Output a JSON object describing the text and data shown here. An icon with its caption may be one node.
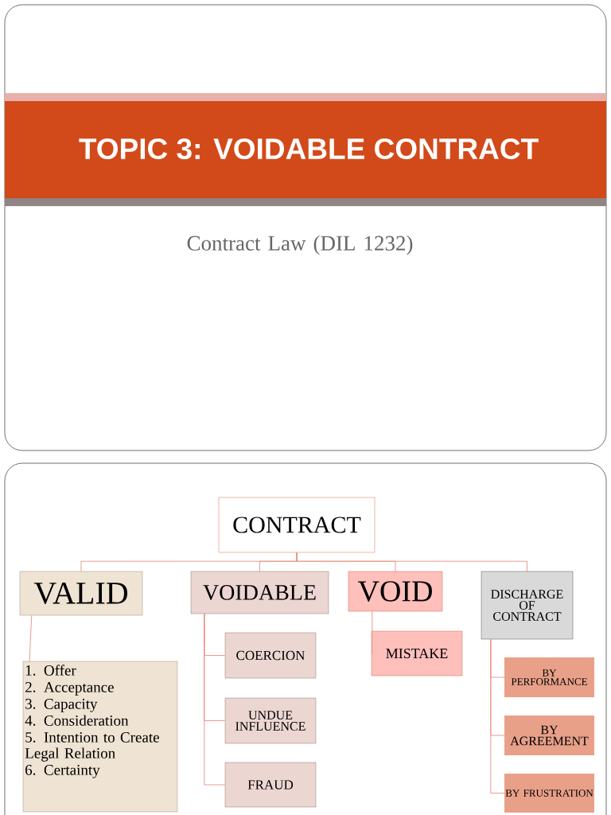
{
  "diagram": {
    "title": "TOPIC 3: VOIDABLE CONTRACT",
    "nodes": [
      {
        "text": [
          "CONTRACT"
        ]
      },
      {
        "text": [
          "VALID"
        ]
      },
      {
        "text": [
          "VOIDABLE"
        ]
      },
      {
        "text": [
          "VOID"
        ]
      },
      {
        "text": [
          "DISCHARGE OF CONTRACT"
        ]
      },
      {
        "text": [
          "1. Offer",
          "2. Acceptance",
          "3. Capacity",
          "4. Consideration",
          "5. Intention to Create Legal Relation",
          "6. Certainty"
        ]
      },
      {
        "text": [
          "COERCION"
        ]
      },
      {
        "text": [
          "UNDUE INFLUENCE"
        ]
      },
      {
        "text": [
          "FRAUD"
        ]
      },
      {
        "text": [
          "MISTAKE"
        ]
      },
      {
        "text": [
          "BY PERFORMANCE"
        ]
      },
      {
        "text": [
          "BY AGREEMENT"
        ]
      },
      {
        "text": [
          "BY FRUSTRATION"
        ]
      }
    ],
    "edges": [
      {
        "from": 0,
        "to": 1,
        "arrow": "none"
      },
      {
        "from": 0,
        "to": 2,
        "arrow": "none"
      },
      {
        "from": 0,
        "to": 3,
        "arrow": "none"
      },
      {
        "from": 0,
        "to": 4,
        "arrow": "none"
      },
      {
        "from": 1,
        "to": 5,
        "arrow": "none"
      },
      {
        "from": 2,
        "to": 6,
        "arrow": "none"
      },
      {
        "from": 2,
        "to": 7,
        "arrow": "none"
      },
      {
        "from": 2,
        "to": 8,
        "arrow": "none"
      },
      {
        "from": 3,
        "to": 9,
        "arrow": "none"
      },
      {
        "from": 4,
        "to": 10,
        "arrow": "none"
      },
      {
        "from": 4,
        "to": 11,
        "arrow": "none"
      },
      {
        "from": 4,
        "to": 12,
        "arrow": "none"
      }
    ],
    "labels": [
      "Contract Law (DIL 1232)"
    ]
  }
}
